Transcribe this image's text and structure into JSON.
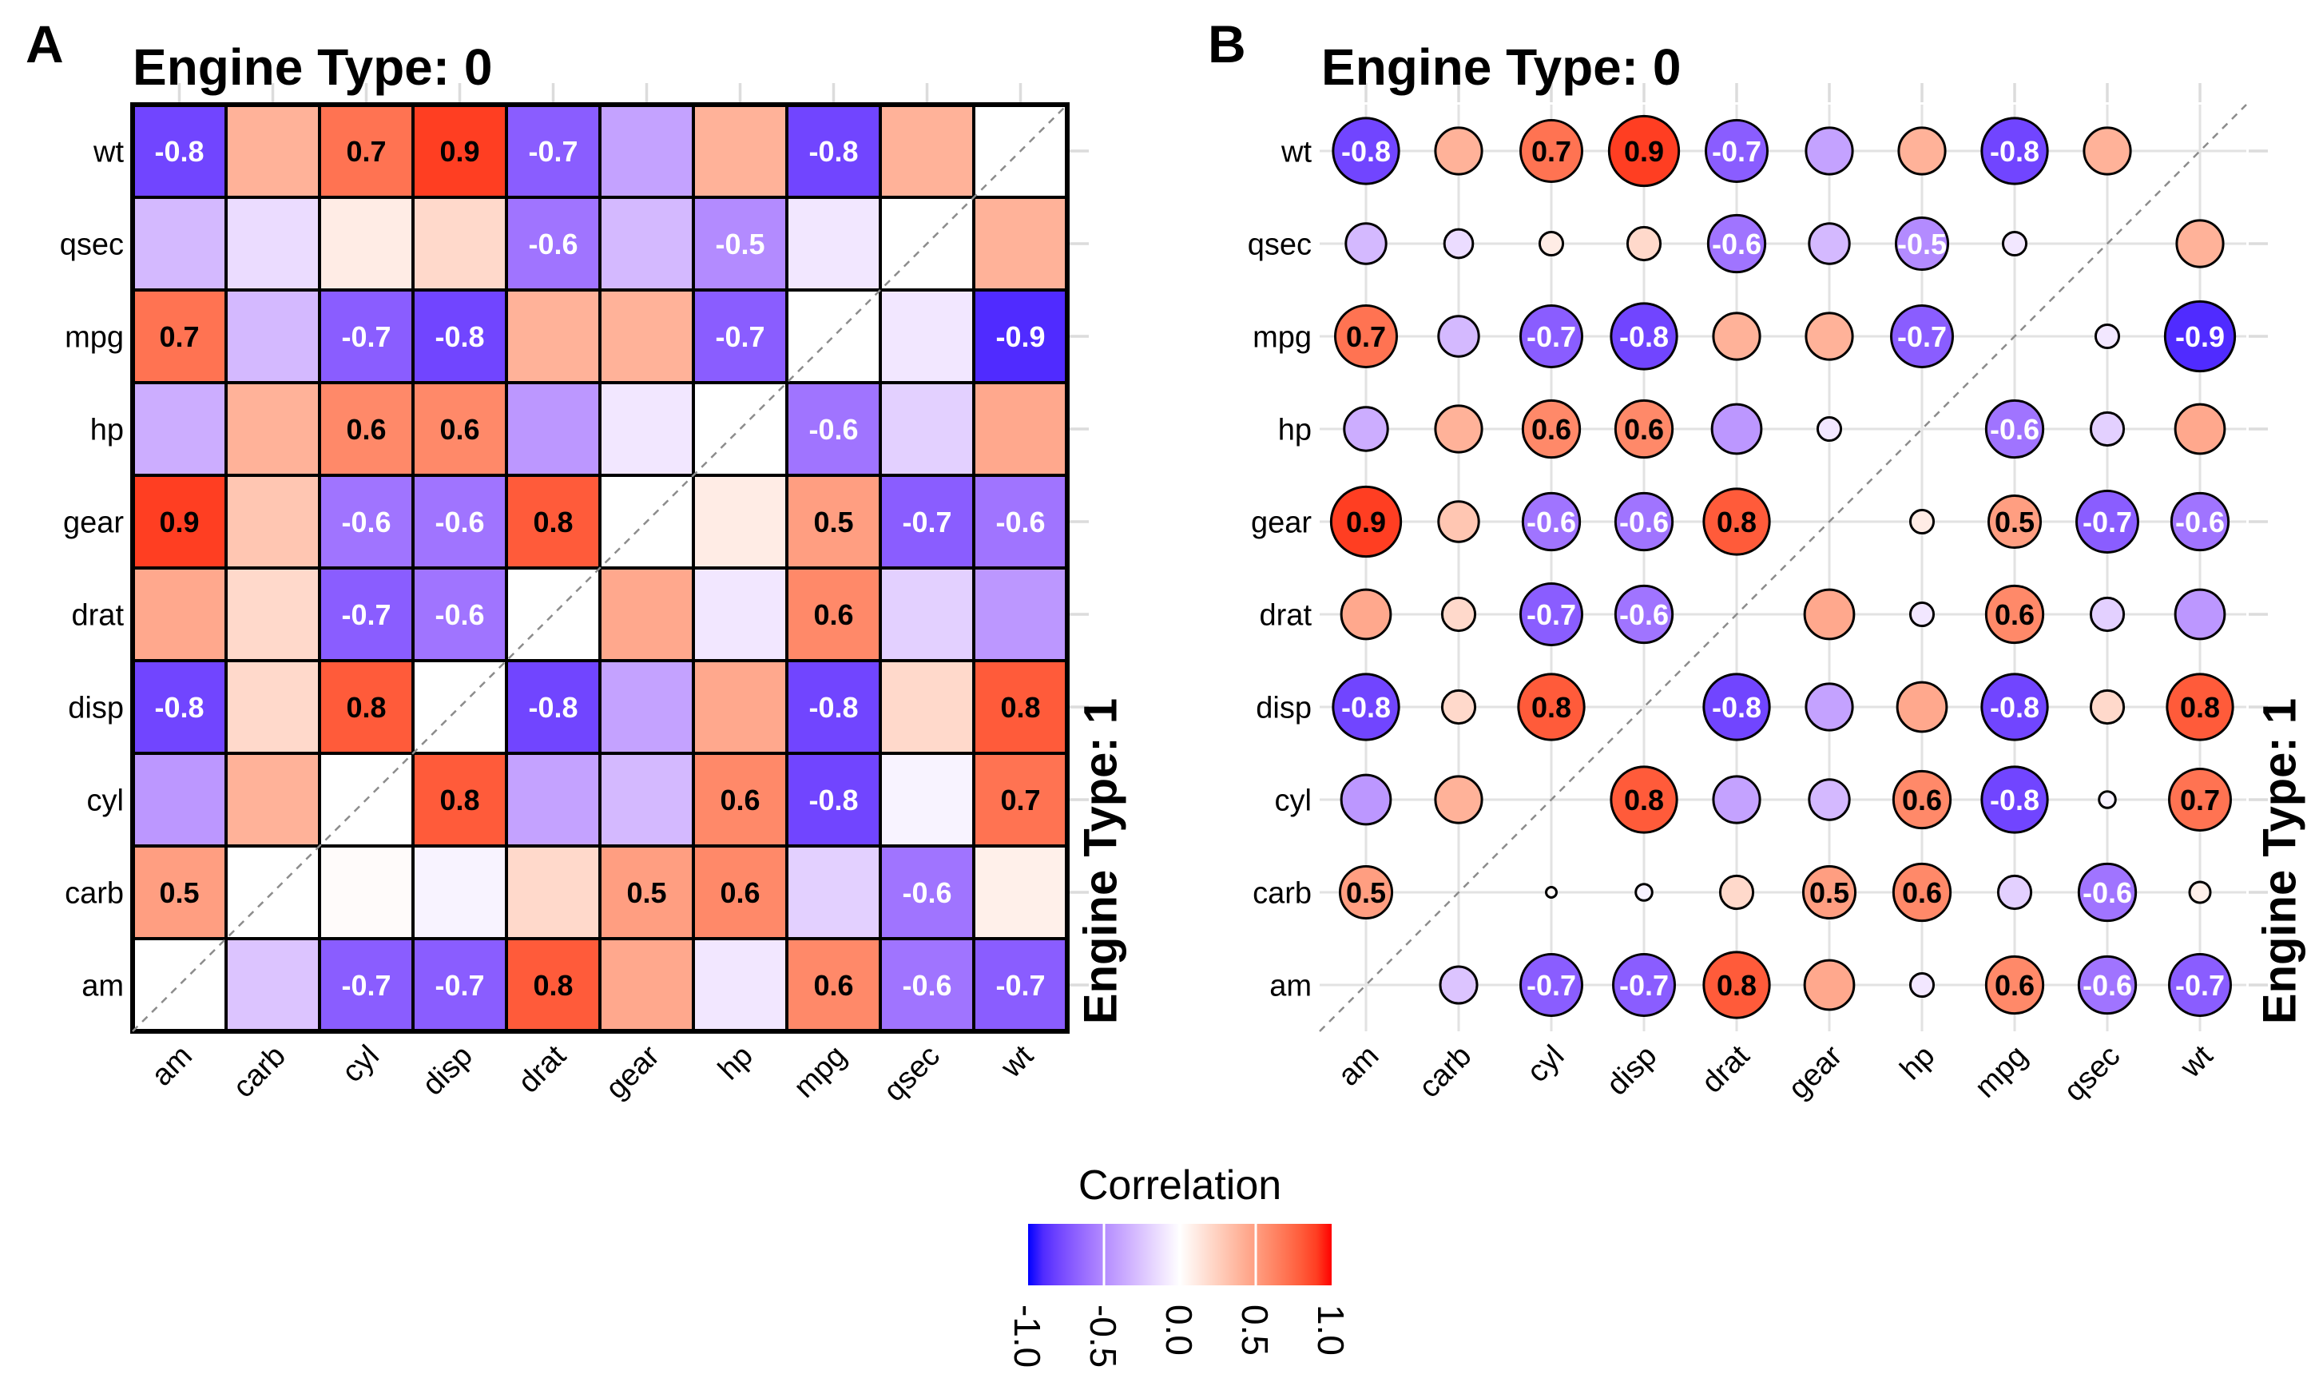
{
  "panels": {
    "a": {
      "tag": "A",
      "title": "Engine Type: 0",
      "right_label": "Engine Type: 1"
    },
    "b": {
      "tag": "B",
      "title": "Engine Type: 0",
      "right_label": "Engine Type: 1"
    }
  },
  "legend": {
    "title": "Correlation",
    "tick_labels": [
      "-1.0",
      "-0.5",
      "0.0",
      "0.5",
      "1.0"
    ],
    "tick_values": [
      -1,
      -0.5,
      0,
      0.5,
      1
    ]
  },
  "chart_data": {
    "type": "heatmap",
    "subtype": [
      "panel A: correlation heatmap (colored tiles)",
      "panel B: correlation bubble plot (sized circles)"
    ],
    "columns": [
      "am",
      "carb",
      "cyl",
      "disp",
      "drat",
      "gear",
      "hp",
      "mpg",
      "qsec",
      "wt"
    ],
    "rows_top_to_bottom": [
      "wt",
      "qsec",
      "mpg",
      "hp",
      "gear",
      "drat",
      "disp",
      "cyl",
      "carb",
      "am"
    ],
    "upper_left_group": "Engine Type: 0",
    "lower_right_group": "Engine Type: 1",
    "label_threshold": 0.5,
    "value_range": [
      -1,
      1
    ],
    "colorscale": {
      "low": "#0000FF",
      "mid": "#FFFFFF",
      "high": "#FF0000"
    },
    "values": [
      [
        -0.8,
        0.4,
        0.7,
        0.9,
        -0.7,
        -0.4,
        0.4,
        -0.8,
        0.4,
        null
      ],
      [
        -0.3,
        -0.15,
        0.1,
        0.2,
        -0.6,
        -0.3,
        -0.5,
        -0.1,
        null,
        0.4
      ],
      [
        0.7,
        -0.3,
        -0.7,
        -0.8,
        0.4,
        0.4,
        -0.7,
        null,
        -0.1,
        -0.9
      ],
      [
        -0.35,
        0.4,
        0.6,
        0.6,
        -0.45,
        -0.1,
        null,
        -0.6,
        -0.2,
        0.45
      ],
      [
        0.9,
        0.3,
        -0.6,
        -0.6,
        0.8,
        null,
        0.1,
        0.5,
        -0.7,
        -0.6
      ],
      [
        0.45,
        0.2,
        -0.7,
        -0.6,
        null,
        0.45,
        -0.1,
        0.6,
        -0.2,
        -0.45
      ],
      [
        -0.8,
        0.2,
        0.8,
        null,
        -0.8,
        -0.4,
        0.45,
        -0.8,
        0.2,
        0.8
      ],
      [
        -0.45,
        0.4,
        null,
        0.8,
        -0.4,
        -0.3,
        0.6,
        -0.8,
        -0.05,
        0.7
      ],
      [
        0.5,
        null,
        0.02,
        -0.05,
        0.2,
        0.5,
        0.6,
        -0.2,
        -0.6,
        0.08
      ],
      [
        null,
        -0.25,
        -0.7,
        -0.7,
        0.8,
        0.45,
        -0.1,
        0.6,
        -0.6,
        -0.7
      ]
    ]
  }
}
